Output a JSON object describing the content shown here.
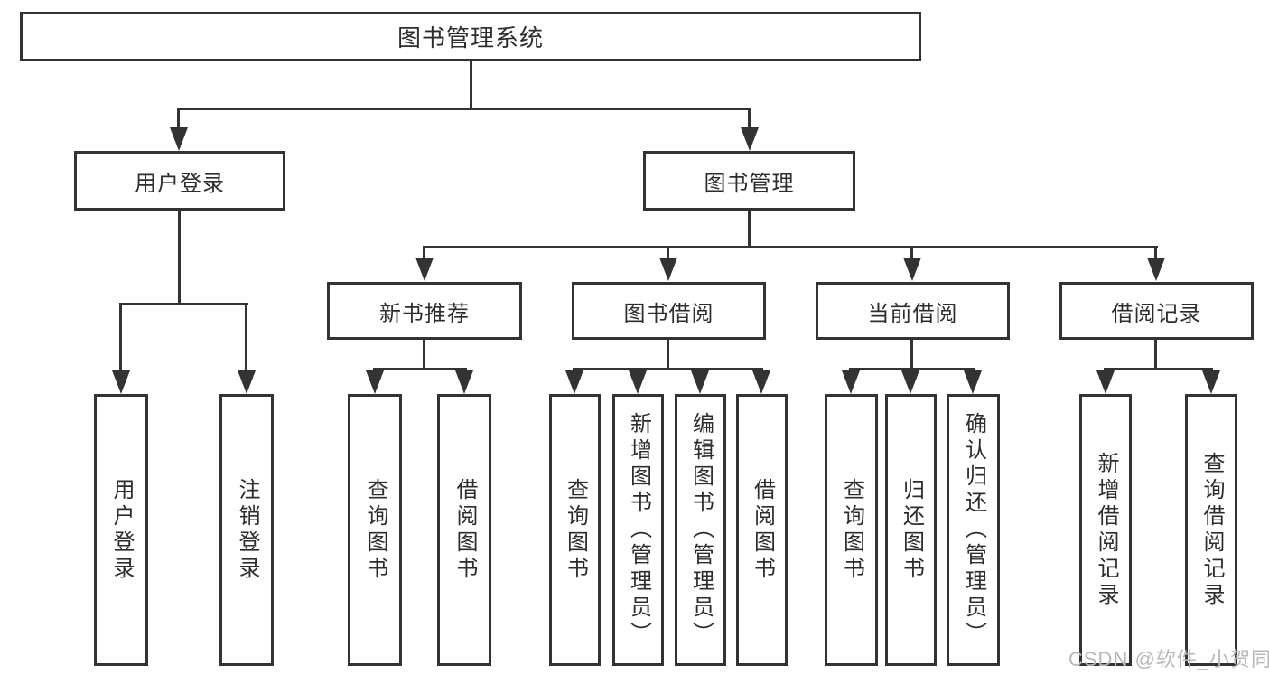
{
  "title": "图书管理系统",
  "watermark": "CSDN @软件_小贺同学",
  "colors": {
    "line": "#333333",
    "box_border": "#333333",
    "box_fill": "#ffffff",
    "watermark": "#b8b8b8"
  },
  "user_branch": {
    "label": "用户登录",
    "children": [
      "用户登录",
      "注销登录"
    ]
  },
  "book_branch": {
    "label": "图书管理",
    "groups": [
      {
        "label": "新书推荐",
        "children": [
          "查询图书",
          "借阅图书"
        ]
      },
      {
        "label": "图书借阅",
        "children": [
          "查询图书",
          "新增图书（管理员）",
          "编辑图书（管理员）",
          "借阅图书"
        ]
      },
      {
        "label": "当前借阅",
        "children": [
          "查询图书",
          "归还图书",
          "确认归还（管理员）"
        ]
      },
      {
        "label": "借阅记录",
        "children": [
          "新增借阅记录",
          "查询借阅记录"
        ]
      }
    ]
  }
}
